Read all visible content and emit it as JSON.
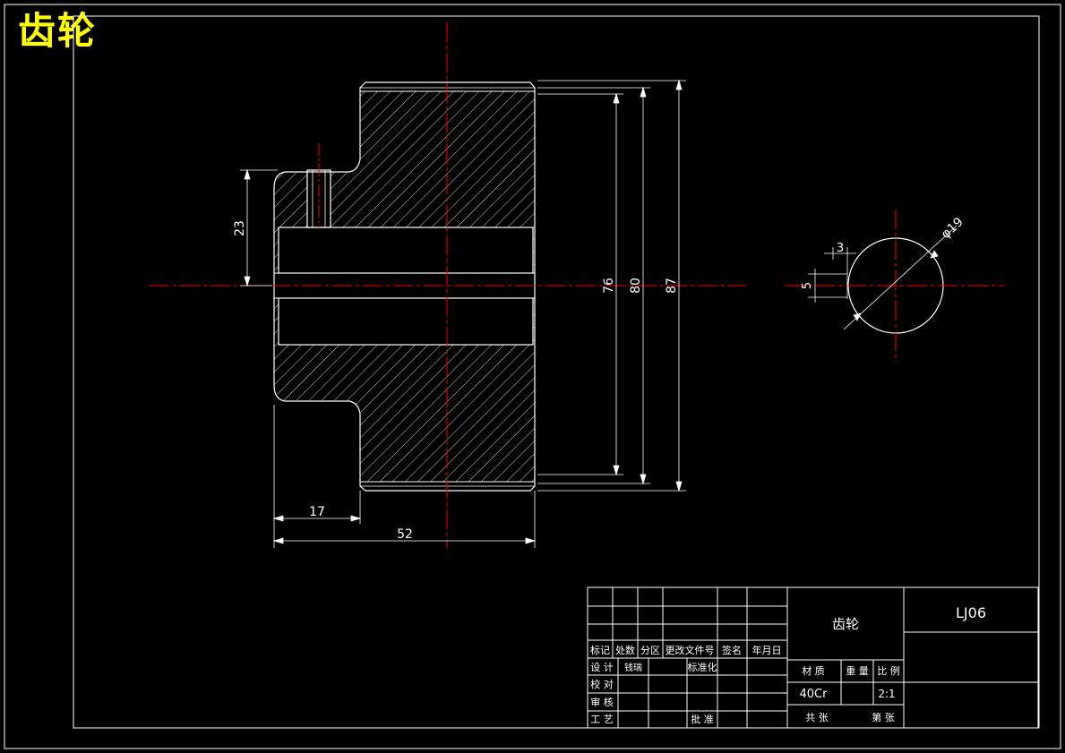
{
  "page_title": "齿轮",
  "dimensions": {
    "d23": "23",
    "d76": "76",
    "d80": "80",
    "d87": "87",
    "d17": "17",
    "d52": "52",
    "d3": "3",
    "d5": "5",
    "phi19": "φ19"
  },
  "title_block": {
    "part_name": "齿轮",
    "drawing_no": "LJ06",
    "hdr_mark": "标记",
    "hdr_count": "处数",
    "hdr_zone": "分区",
    "hdr_docno": "更改文件号",
    "hdr_sign": "签名",
    "hdr_date": "年月日",
    "design": "设 计",
    "designer": "钱瑞",
    "standard": "标准化",
    "check": "校 对",
    "review": "审 核",
    "process": "工 艺",
    "approve": "批 准",
    "material_label": "材 质",
    "weight_label": "重 量",
    "scale_label": "比 例",
    "material": "40Cr",
    "scale": "2:1",
    "total_sheets": "共   张",
    "sheet_no": "第   张"
  },
  "colors": {
    "outline": "#ffffff",
    "centerline": "#ff0000",
    "title": "#ffff00",
    "background": "#000000"
  }
}
